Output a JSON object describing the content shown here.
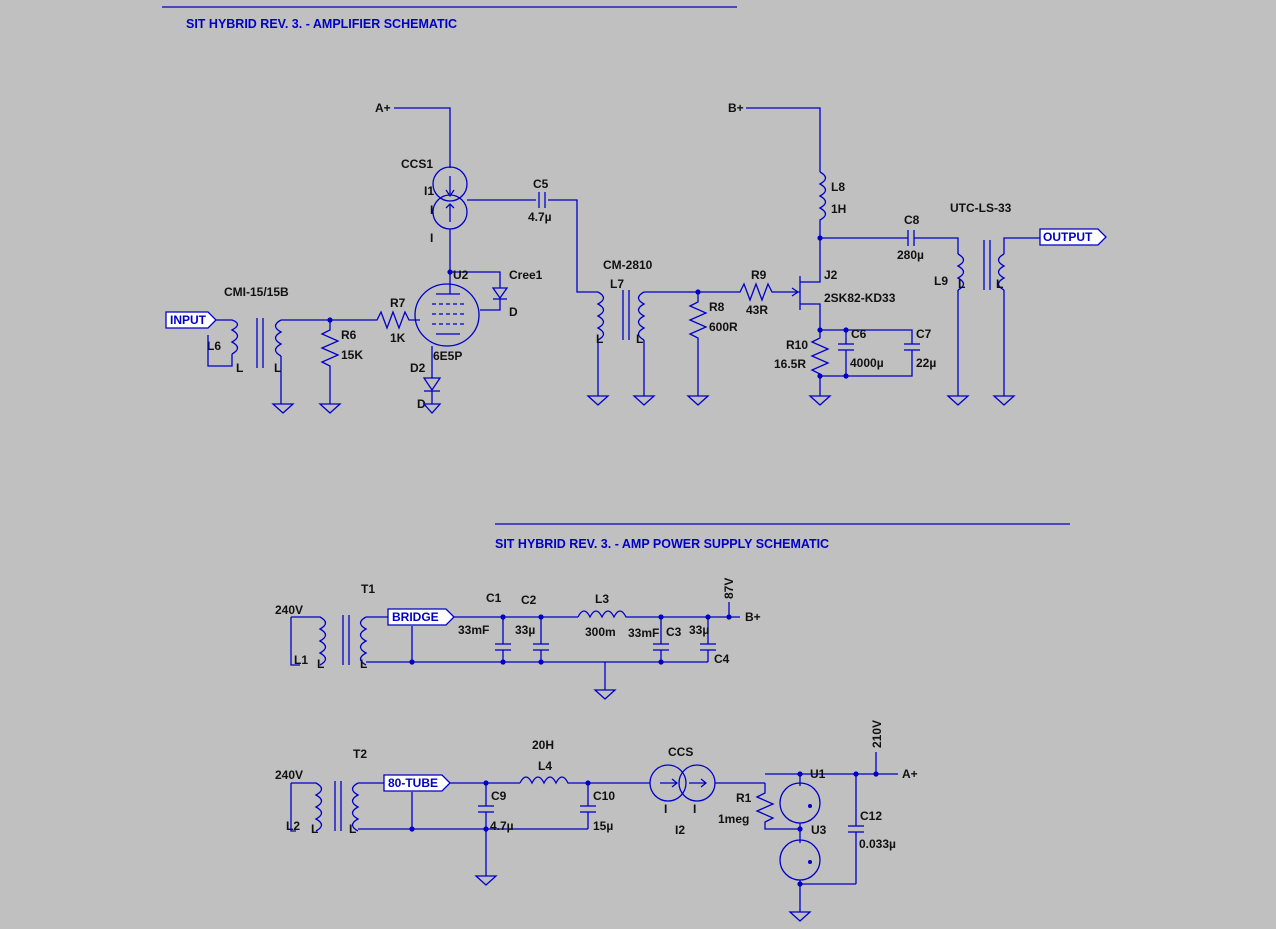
{
  "titles": {
    "amp": "SIT HYBRID REV. 3. - AMPLIFIER SCHEMATIC",
    "ps": "SIT HYBRID REV. 3. - AMP POWER SUPPLY SCHEMATIC"
  },
  "amp": {
    "input": "INPUT",
    "output": "OUTPUT",
    "a_plus": "A+",
    "b_plus": "B+",
    "ccs1": "CCS1",
    "i1": "I1",
    "i_lbl": "I",
    "c5": "C5",
    "c5v": "4.7µ",
    "u2": "U2",
    "cree1": "Cree1",
    "d_lbl": "D",
    "tube": "6E5P",
    "d2": "D2",
    "cmi": "CMI-15/15B",
    "l6": "L6",
    "l_lbl": "L",
    "r7": "R7",
    "r7v": "1K",
    "r6": "R6",
    "r6v": "15K",
    "cm2810": "CM-2810",
    "l7": "L7",
    "r8": "R8",
    "r8v": "600R",
    "r9": "R9",
    "r9v": "43R",
    "j2": "J2",
    "j2v": "2SK82-KD33",
    "l8": "L8",
    "l8v": "1H",
    "c8": "C8",
    "c8v": "280µ",
    "utc": "UTC-LS-33",
    "l9": "L9",
    "r10": "R10",
    "r10v": "16.5R",
    "c6": "C6",
    "c6v": "4000µ",
    "c7": "C7",
    "c7v": "22µ"
  },
  "ps": {
    "v240a": "240V",
    "t1": "T1",
    "l1": "L1",
    "l_lbl": "L",
    "bridge": "BRIDGE",
    "c1": "C1",
    "c1v": "33mF",
    "c2": "C2",
    "c2v": "33µ",
    "l3": "L3",
    "l3v": "300m",
    "c3": "C3",
    "c3v": "33mF",
    "c4": "C4",
    "c4v": "33µ",
    "v87": "87V",
    "b_plus": "B+",
    "v240b": "240V",
    "t2": "T2",
    "l2": "L2",
    "tube80": "80-TUBE",
    "c9": "C9",
    "c9v": "4.7µ",
    "l4": "L4",
    "l4v": "20H",
    "c10": "C10",
    "c10v": "15µ",
    "ccs": "CCS",
    "i2": "I2",
    "i_lbl": "I",
    "r1": "R1",
    "r1v": "1meg",
    "u1": "U1",
    "u3": "U3",
    "c12": "C12",
    "c12v": "0.033µ",
    "v210": "210V",
    "a_plus": "A+"
  }
}
